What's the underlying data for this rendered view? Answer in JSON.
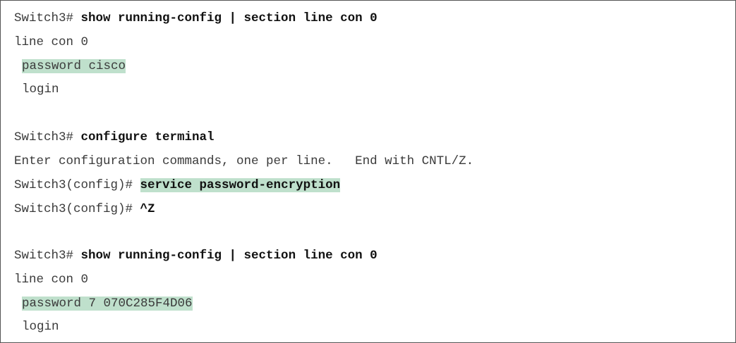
{
  "highlight_color": "#bfe0cc",
  "lines": {
    "l1": {
      "prompt": "Switch3# ",
      "command": "show running-config | section line con 0"
    },
    "l2": {
      "text": "line con 0"
    },
    "l3": {
      "text": "password cisco"
    },
    "l4": {
      "text": "login"
    },
    "l5": {
      "prompt": "Switch3# ",
      "command": "configure terminal"
    },
    "l6": {
      "text": "Enter configuration commands, one per line.   End with CNTL/Z."
    },
    "l7": {
      "prompt": "Switch3(config)# ",
      "command": "service password-encryption"
    },
    "l8": {
      "prompt": "Switch3(config)# ",
      "command": "^Z"
    },
    "l9": {
      "prompt": "Switch3# ",
      "command": "show running-config | section line con 0"
    },
    "l10": {
      "text": "line con 0"
    },
    "l11": {
      "text": "password 7 070C285F4D06"
    },
    "l12": {
      "text": "login"
    }
  }
}
